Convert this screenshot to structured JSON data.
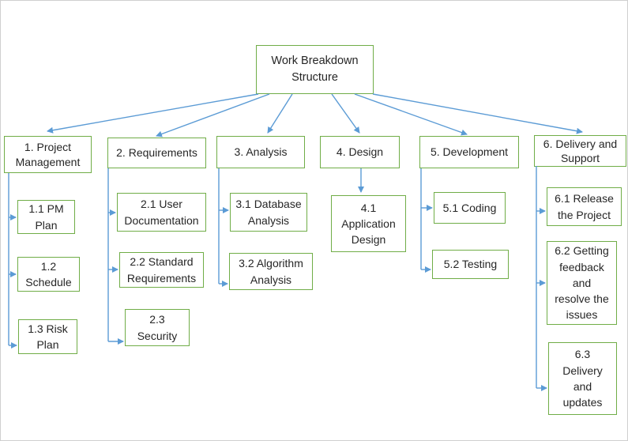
{
  "diagram": {
    "type": "work-breakdown-structure-tree",
    "root": {
      "id": "root",
      "label": "Work Breakdown\nStructure"
    },
    "branches": [
      {
        "id": "1",
        "label": "1. Project\nManagement",
        "children": [
          {
            "id": "1.1",
            "label": "1.1 PM\nPlan"
          },
          {
            "id": "1.2",
            "label": "1.2\nSchedule"
          },
          {
            "id": "1.3",
            "label": "1.3 Risk\nPlan"
          }
        ]
      },
      {
        "id": "2",
        "label": "2. Requirements",
        "children": [
          {
            "id": "2.1",
            "label": "2.1 User\nDocumentation"
          },
          {
            "id": "2.2",
            "label": "2.2 Standard\nRequirements"
          },
          {
            "id": "2.3",
            "label": "2.3\nSecurity"
          }
        ]
      },
      {
        "id": "3",
        "label": "3. Analysis",
        "children": [
          {
            "id": "3.1",
            "label": "3.1 Database\nAnalysis"
          },
          {
            "id": "3.2",
            "label": "3.2 Algorithm\nAnalysis"
          }
        ]
      },
      {
        "id": "4",
        "label": "4. Design",
        "children": [
          {
            "id": "4.1",
            "label": "4.1\nApplication\nDesign"
          }
        ]
      },
      {
        "id": "5",
        "label": "5. Development",
        "children": [
          {
            "id": "5.1",
            "label": "5.1 Coding"
          },
          {
            "id": "5.2",
            "label": "5.2 Testing"
          }
        ]
      },
      {
        "id": "6",
        "label": "6. Delivery and\nSupport",
        "children": [
          {
            "id": "6.1",
            "label": "6.1 Release\nthe Project"
          },
          {
            "id": "6.2",
            "label": "6.2 Getting\nfeedback\nand\nresolve the\nissues"
          },
          {
            "id": "6.3",
            "label": "6.3\nDelivery\nand\nupdates"
          }
        ]
      }
    ],
    "colors": {
      "box_border": "#70AD47",
      "connector": "#5B9BD5",
      "text": "#262626",
      "frame": "#cfcfcf",
      "background": "#ffffff"
    }
  }
}
